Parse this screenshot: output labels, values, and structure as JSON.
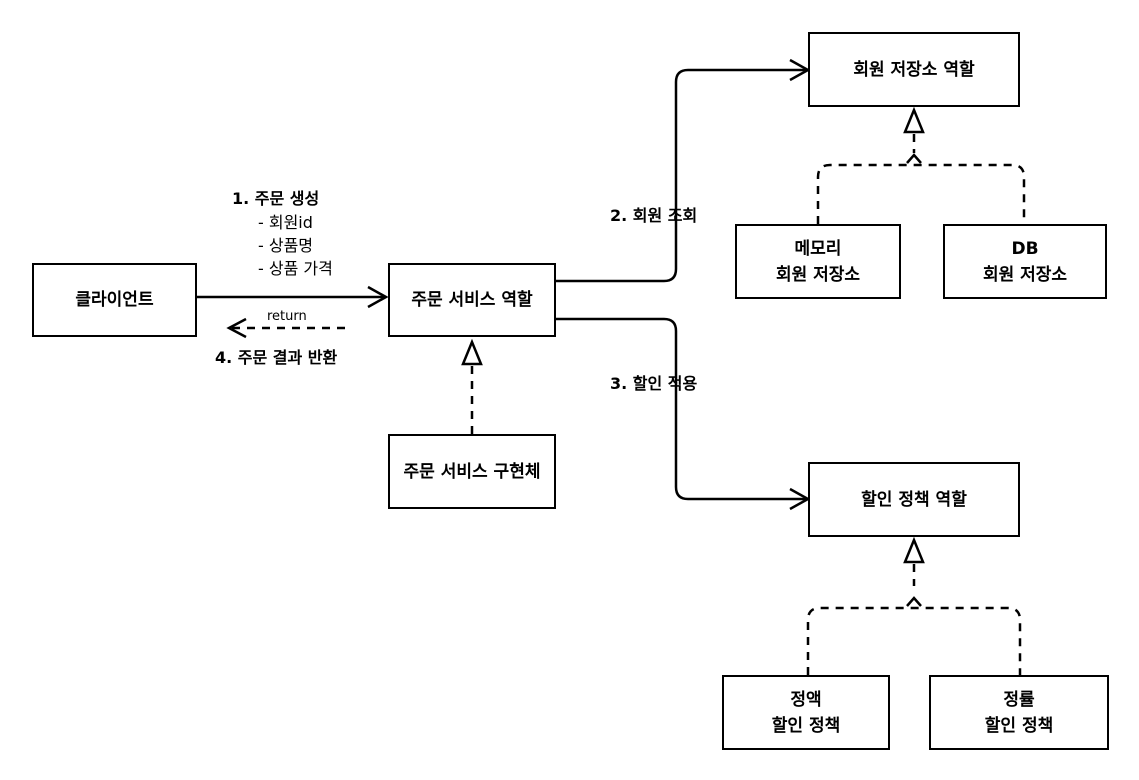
{
  "nodes": {
    "client": {
      "label": "클라이언트"
    },
    "order_service_role": {
      "label": "주문 서비스 역할"
    },
    "order_service_impl": {
      "label": "주문 서비스 구현체"
    },
    "member_repo_role": {
      "label": "회원 저장소 역할"
    },
    "memory_repo": {
      "line1": "메모리",
      "line2": "회원 저장소"
    },
    "db_repo": {
      "line1": "DB",
      "line2": "회원 저장소"
    },
    "discount_policy_role": {
      "label": "할인 정책 역할"
    },
    "fixed_discount": {
      "line1": "정액",
      "line2": "할인 정책"
    },
    "rate_discount": {
      "line1": "정률",
      "line2": "할인 정책"
    }
  },
  "edges": {
    "create_order": {
      "title": "1. 주문 생성",
      "params": [
        "- 회원id",
        "- 상품명",
        "- 상품 가격"
      ]
    },
    "return_result": {
      "small": "return",
      "title": "4. 주문 결과 반환"
    },
    "member_lookup": {
      "title": "2. 회원 조회"
    },
    "apply_discount": {
      "title": "3. 할인 적용"
    }
  }
}
